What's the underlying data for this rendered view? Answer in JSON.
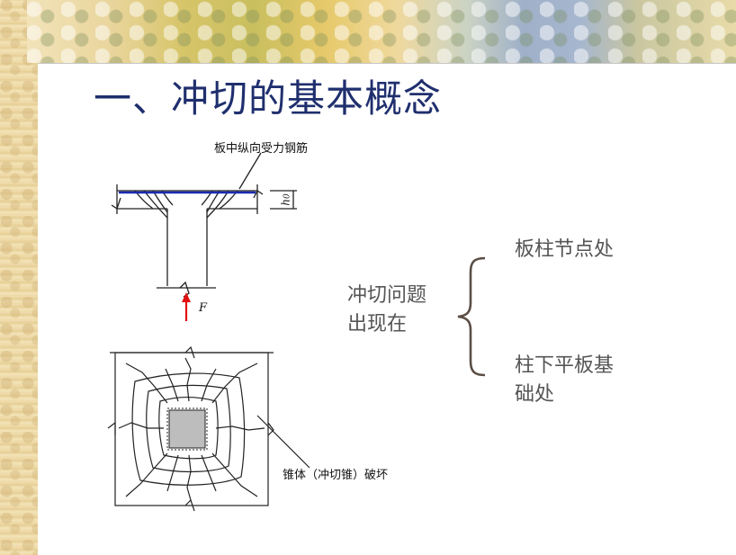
{
  "title": "一、冲切的基本概念",
  "diagram_top": {
    "rebar_label": "板中纵向受力钢筋",
    "h0_label": "h",
    "h0_sub": "0",
    "force_label": "F"
  },
  "diagram_bottom": {
    "failure_label": "锥体（冲切锥）破坏"
  },
  "question": {
    "line1": "冲切问题",
    "line2": "出现在"
  },
  "answers": {
    "first": "板柱节点处",
    "second_line1": "柱下平板基",
    "second_line2": "础处"
  }
}
